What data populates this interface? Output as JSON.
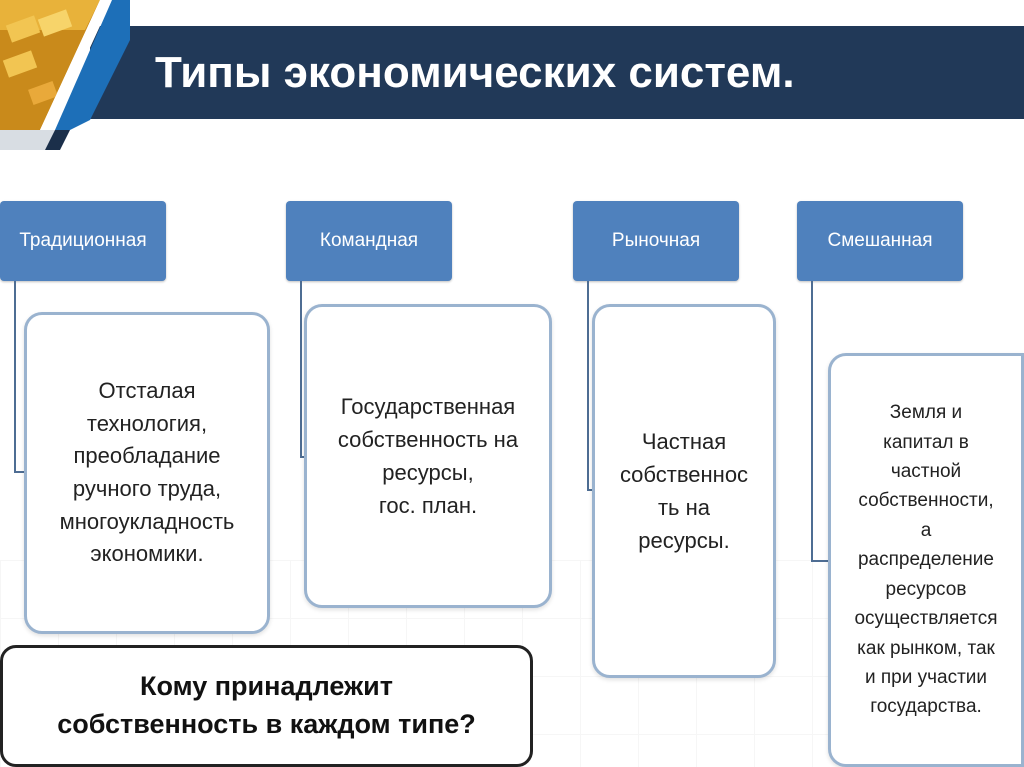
{
  "header": {
    "title": "Типы экономических систем."
  },
  "categories": [
    {
      "label": "Традиционная",
      "description": "Отсталая\nтехнология,\nпреобладание\nручного труда,\nмногоукладность\nэкономики."
    },
    {
      "label": "Командная",
      "description": "Государственная\nсобственность на\nресурсы,\nгос. план."
    },
    {
      "label": "Рыночная",
      "description": "Частная\nсобственнос\nть на\nресурсы."
    },
    {
      "label": "Смешанная",
      "description": "Земля и\nкапитал в\nчастной\nсобственности,\nа\nраспределение\nресурсов\nосуществляется\nкак рынком, так\nи при участии\nгосударства."
    }
  ],
  "question": {
    "text": "Кому принадлежит\nсобственность в каждом типе?"
  },
  "colors": {
    "header_bg": "#213958",
    "category_bg": "#4f81bd",
    "card_border": "#9ab3cf",
    "connector": "#4e6d93"
  }
}
